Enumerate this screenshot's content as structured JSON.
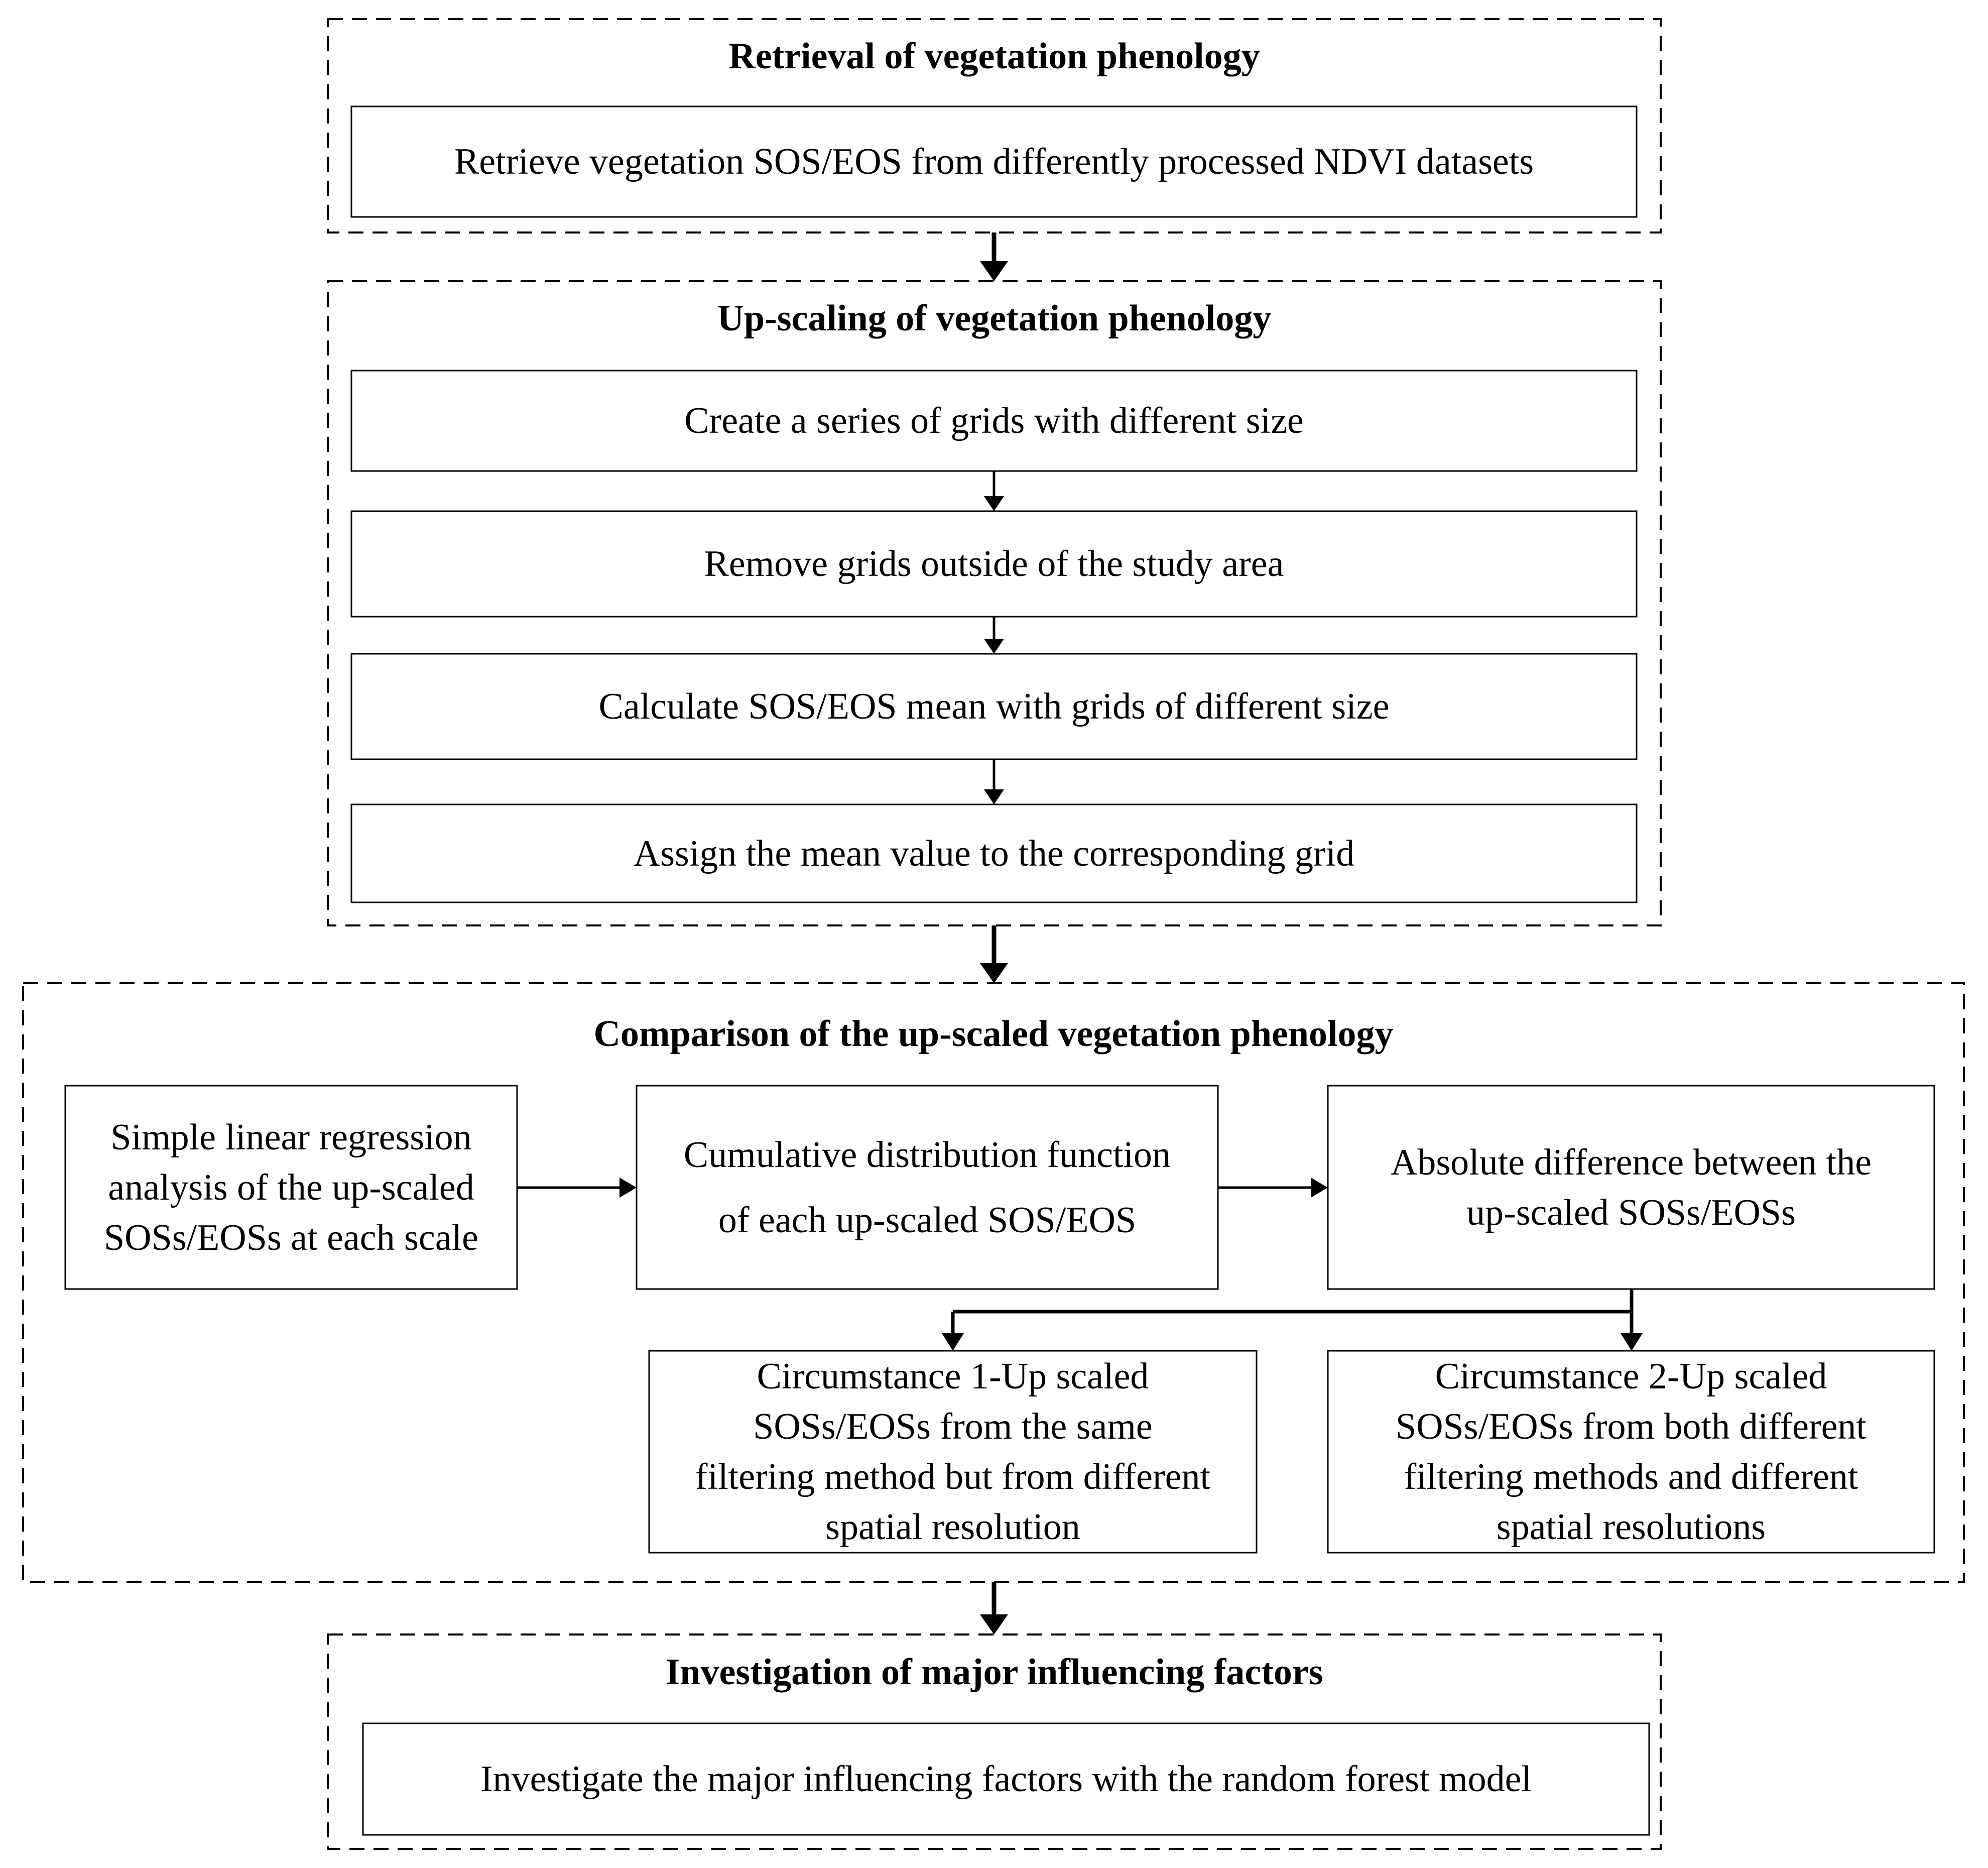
{
  "groups": {
    "retrieval": {
      "title": "Retrieval of vegetation phenology",
      "box": "Retrieve vegetation SOS/EOS from differently processed  NDVI datasets"
    },
    "upscaling": {
      "title": "Up-scaling of vegetation phenology",
      "steps": [
        "Create a series of grids with different size",
        "Remove grids outside of the study area",
        "Calculate SOS/EOS mean with grids of different size",
        "Assign the mean value to the corresponding grid"
      ]
    },
    "comparison": {
      "title": "Comparison of the up-scaled vegetation phenology",
      "regression": [
        "Simple linear regression",
        "analysis of the up-scaled",
        "SOSs/EOSs at each scale"
      ],
      "cdf": [
        "Cumulative distribution function",
        "of each up-scaled SOS/EOS"
      ],
      "absdiff": [
        "Absolute difference between the",
        "up-scaled SOSs/EOSs"
      ],
      "circ1": [
        "Circumstance 1-Up scaled",
        "SOSs/EOSs from the same",
        "filtering method but from different",
        "spatial resolution"
      ],
      "circ2": [
        "Circumstance 2-Up scaled",
        "SOSs/EOSs from both different",
        "filtering methods and different",
        "spatial resolutions"
      ]
    },
    "investigation": {
      "title": "Investigation of major influencing factors",
      "box": "Investigate the major influencing factors with the random forest model"
    }
  }
}
